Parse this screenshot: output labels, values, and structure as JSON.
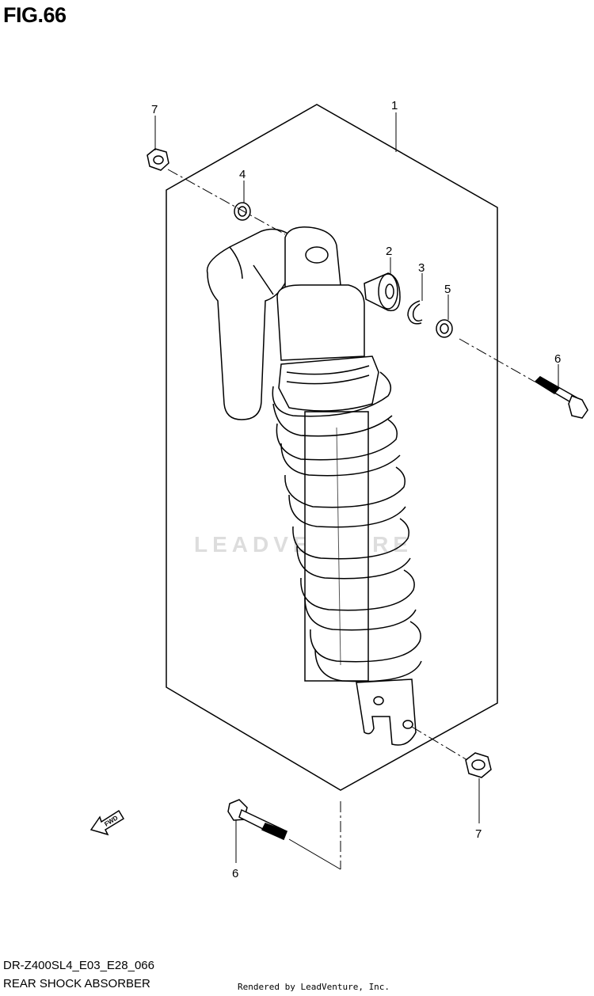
{
  "figure": {
    "title": "FIG.66",
    "model_code": "DR-Z400SL4_E03_E28_066",
    "name": "REAR SHOCK ABSORBER",
    "rendered_by": "Rendered by LeadVenture, Inc.",
    "watermark": "LEADVENTURE"
  },
  "callouts": [
    "1",
    "2",
    "3",
    "4",
    "5",
    "6",
    "6",
    "7",
    "7"
  ],
  "fwd_label": "FWD"
}
